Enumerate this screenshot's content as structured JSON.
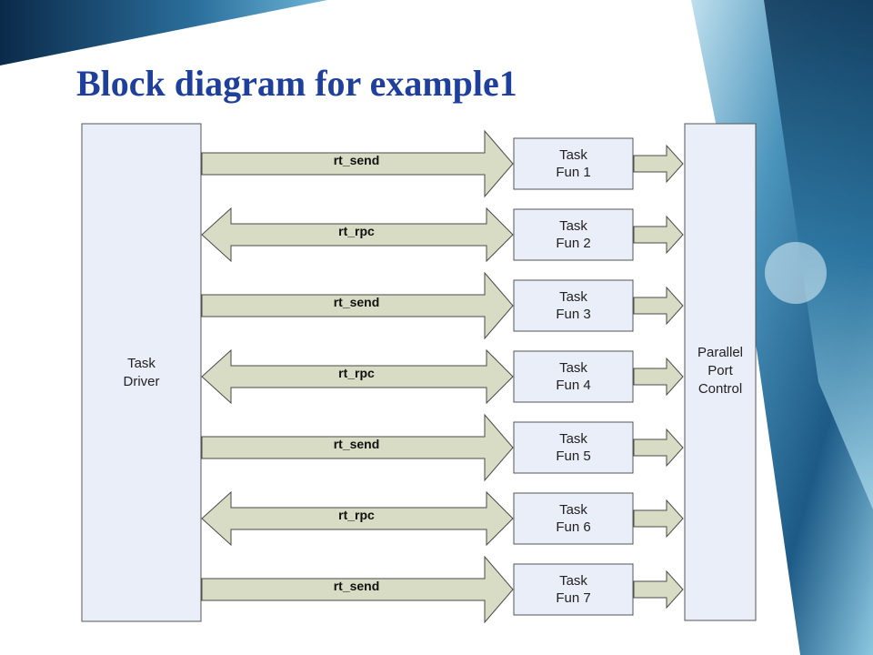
{
  "slide": {
    "title": "Block diagram for example1"
  },
  "colors": {
    "title": "#1f3f9c",
    "box_fill": "#e9eef8",
    "box_stroke": "#555555",
    "arrow_fill": "#d9dcc4",
    "arrow_stroke": "#4a4a4a"
  },
  "driver": {
    "line1": "Task",
    "line2": "Driver"
  },
  "port": {
    "line1": "Parallel",
    "line2": "Port",
    "line3": "Control"
  },
  "rows": [
    {
      "arrow_type": "single",
      "label": "rt_send",
      "task_line1": "Task",
      "task_line2": "Fun 1"
    },
    {
      "arrow_type": "double",
      "label": "rt_rpc",
      "task_line1": "Task",
      "task_line2": "Fun 2"
    },
    {
      "arrow_type": "single",
      "label": "rt_send",
      "task_line1": "Task",
      "task_line2": "Fun 3"
    },
    {
      "arrow_type": "double",
      "label": "rt_rpc",
      "task_line1": "Task",
      "task_line2": "Fun 4"
    },
    {
      "arrow_type": "single",
      "label": "rt_send",
      "task_line1": "Task",
      "task_line2": "Fun 5"
    },
    {
      "arrow_type": "double",
      "label": "rt_rpc",
      "task_line1": "Task",
      "task_line2": "Fun 6"
    },
    {
      "arrow_type": "single",
      "label": "rt_send",
      "task_line1": "Task",
      "task_line2": "Fun 7"
    }
  ]
}
